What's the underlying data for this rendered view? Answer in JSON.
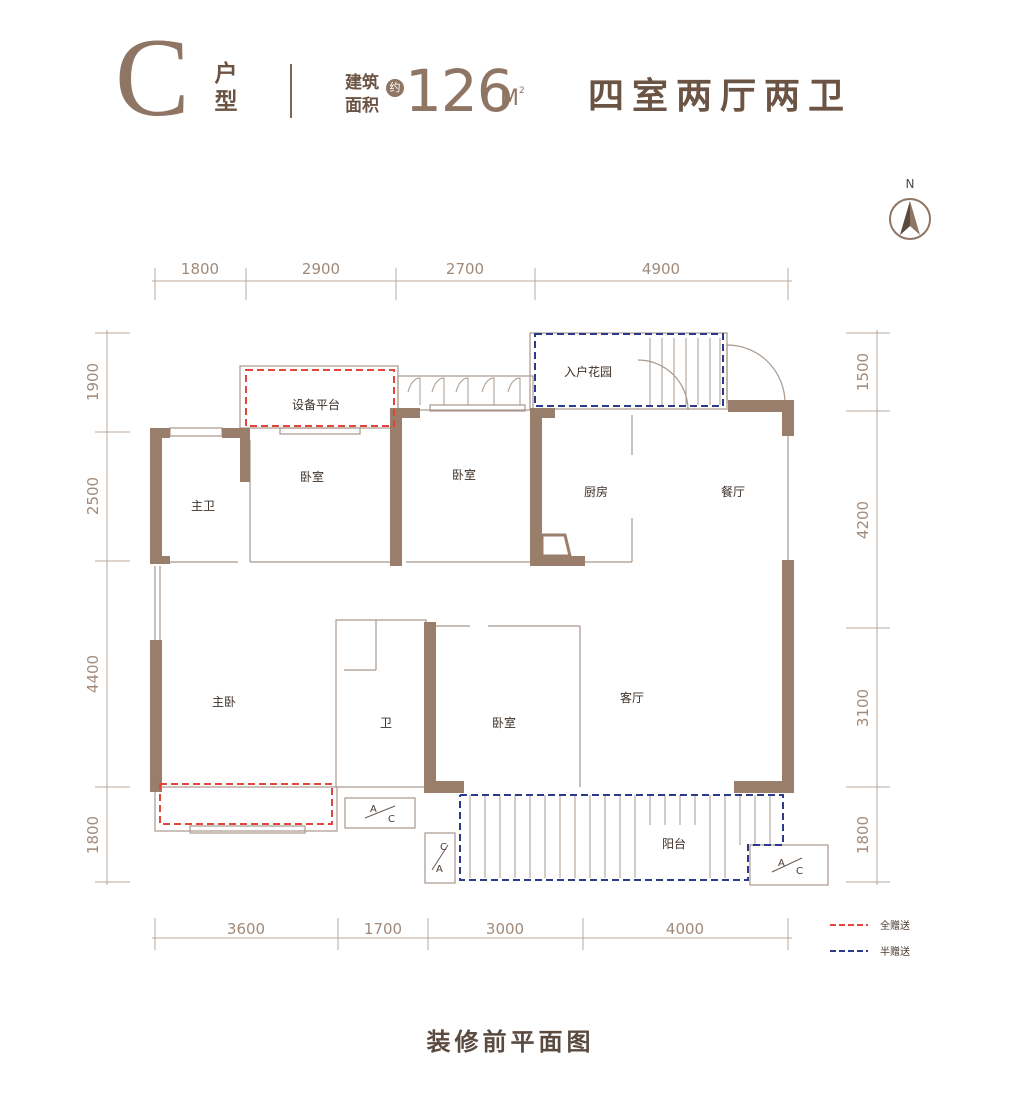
{
  "header": {
    "unit_letter": "C",
    "unit_suffix": "户型",
    "area_label": "建筑面积",
    "approx": "约",
    "area_value": "126",
    "area_unit": "M",
    "area_unit_sup": "2",
    "layout": "四室两厅两卫"
  },
  "compass": {
    "label": "N"
  },
  "dimensions": {
    "top": [
      "1800",
      "2900",
      "2700",
      "4900"
    ],
    "bottom": [
      "3600",
      "1700",
      "3000",
      "4000"
    ],
    "left": [
      "1900",
      "2500",
      "4400",
      "1800"
    ],
    "right": [
      "1500",
      "4200",
      "3100",
      "1800"
    ]
  },
  "rooms": {
    "equipment_platform": "设备平台",
    "entry_garden": "入户花园",
    "bedroom_a": "卧室",
    "bedroom_b": "卧室",
    "bedroom_c": "卧室",
    "master_bath": "主卫",
    "kitchen": "厨房",
    "dining": "餐厅",
    "master_bedroom": "主卧",
    "bathroom": "卫",
    "living": "客厅",
    "balcony": "阳台"
  },
  "ac_label": "A/C",
  "ac_a": "A",
  "ac_c": "C",
  "legend": [
    {
      "label": "全赠送",
      "color": "#e2453a"
    },
    {
      "label": "半赠送",
      "color": "#2c3a8c"
    }
  ],
  "footer": {
    "title": "装修前平面图"
  },
  "colors": {
    "wall": "#9a7e6c",
    "accent": "#8f7563",
    "dim_line": "#b9a89b"
  }
}
